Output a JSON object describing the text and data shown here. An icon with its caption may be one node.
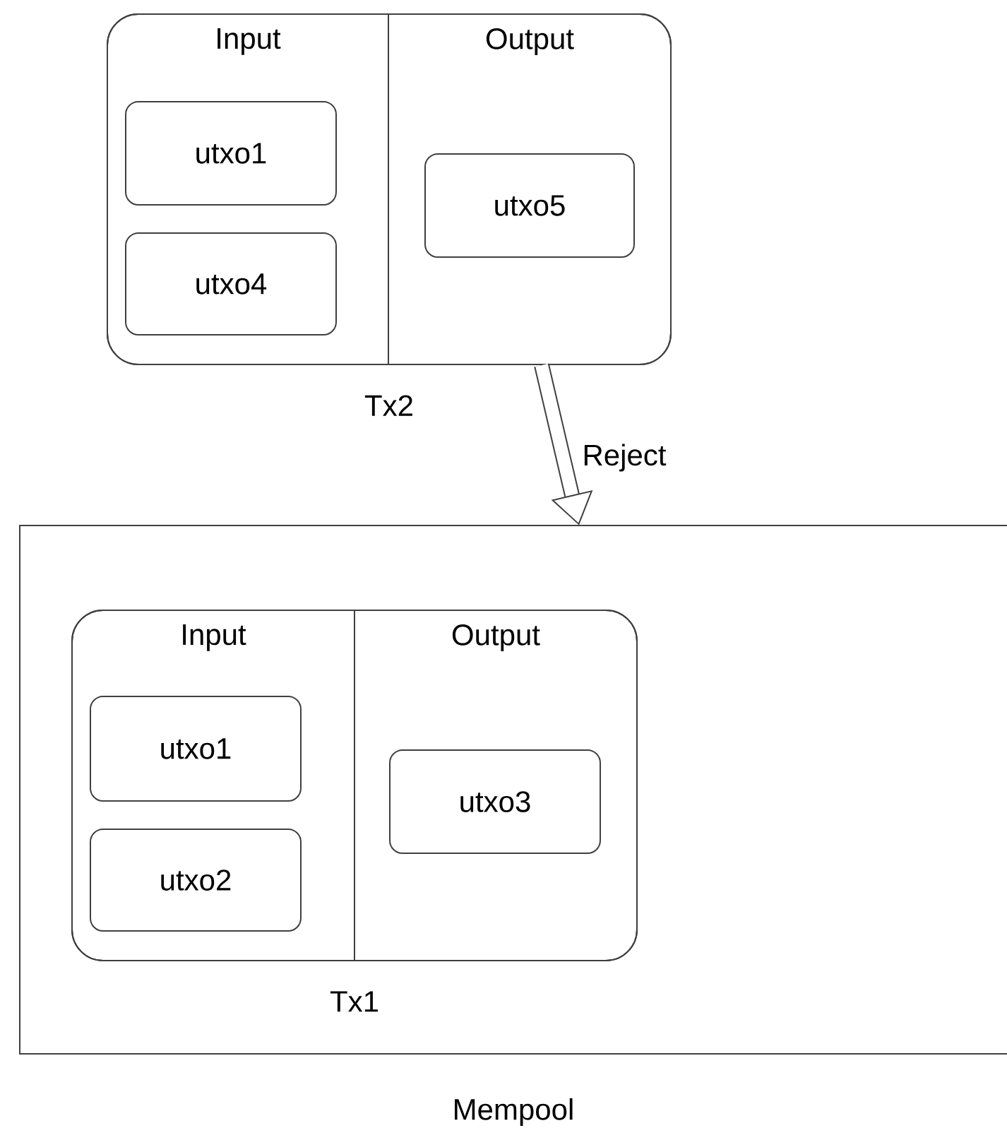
{
  "diagram": {
    "nodes": [
      {
        "text": [
          "Tx2"
        ]
      },
      {
        "text": [
          "Input"
        ],
        "in": 0
      },
      {
        "text": [
          "Output"
        ],
        "in": 0
      },
      {
        "text": [
          "utxo1"
        ],
        "in": 1
      },
      {
        "text": [
          "utxo4"
        ],
        "in": 1
      },
      {
        "text": [
          "utxo5"
        ],
        "in": 2
      },
      {
        "text": [
          "Mempool"
        ]
      },
      {
        "text": [
          "Tx1"
        ],
        "in": 6
      },
      {
        "text": [
          "Input"
        ],
        "in": 7
      },
      {
        "text": [
          "Output"
        ],
        "in": 7
      },
      {
        "text": [
          "utxo1"
        ],
        "in": 8
      },
      {
        "text": [
          "utxo2"
        ],
        "in": 8
      },
      {
        "text": [
          "utxo3"
        ],
        "in": 9
      }
    ],
    "edges": [
      {
        "from": 0,
        "to": 6,
        "arrow": "to",
        "label": "Reject"
      }
    ]
  }
}
